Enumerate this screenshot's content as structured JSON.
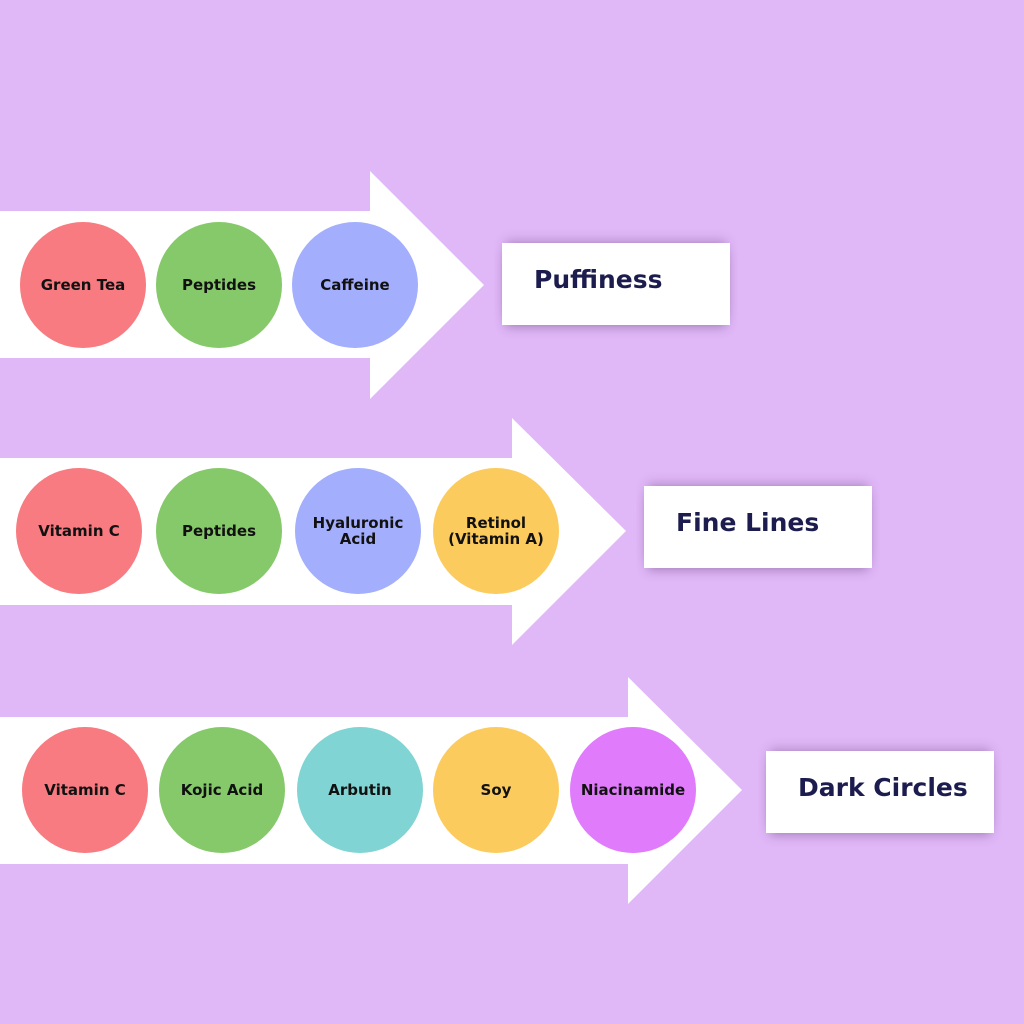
{
  "background_color": "#e0b7f7",
  "arrow_color": "#ffffff",
  "rows": [
    {
      "label": "Puffiness",
      "items": [
        {
          "text": "Green Tea",
          "color": "#f77b80"
        },
        {
          "text": "Peptides",
          "color": "#86c96a"
        },
        {
          "text": "Caffeine",
          "color": "#a3aefc"
        }
      ]
    },
    {
      "label": "Fine Lines",
      "items": [
        {
          "text": "Vitamin C",
          "color": "#f77b80"
        },
        {
          "text": "Peptides",
          "color": "#86c96a"
        },
        {
          "text": "Hyaluronic\nAcid",
          "color": "#a3aefc"
        },
        {
          "text": "Retinol\n(Vitamin A)",
          "color": "#fccb5e"
        }
      ]
    },
    {
      "label": "Dark Circles",
      "items": [
        {
          "text": "Vitamin C",
          "color": "#f77b80"
        },
        {
          "text": "Kojic Acid",
          "color": "#86c96a"
        },
        {
          "text": "Arbutin",
          "color": "#80d4d3"
        },
        {
          "text": "Soy",
          "color": "#fccb5e"
        },
        {
          "text": "Niacinamide",
          "color": "#e07bfc"
        }
      ]
    }
  ]
}
